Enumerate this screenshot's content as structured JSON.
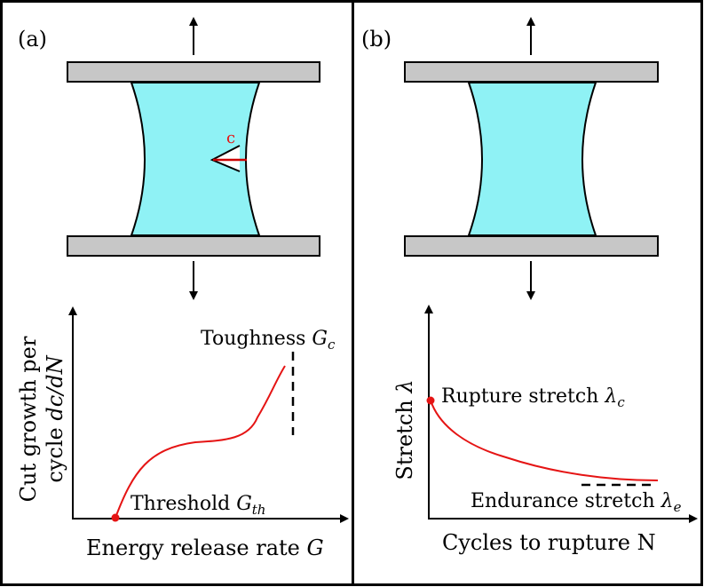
{
  "colors": {
    "gel": "#8ff2f5",
    "plate": "#c7c7c7",
    "curve": "#e51414",
    "crack": "#cc0000",
    "ink": "#000000"
  },
  "panel_a": {
    "label": "(a)",
    "crack_label": "c",
    "graph": {
      "ylabel_line1": "Cut growth per",
      "ylabel_line2_prefix": "cycle ",
      "ylabel_math": "dc/dN",
      "xlabel_prefix": "Energy release rate ",
      "xlabel_math": "G",
      "toughness_text": "Toughness ",
      "toughness_math": "G",
      "toughness_sub": "c",
      "threshold_text": "Threshold ",
      "threshold_math": "G",
      "threshold_sub": "th"
    }
  },
  "panel_b": {
    "label": "(b)",
    "graph": {
      "ylabel_prefix": "Stretch ",
      "ylabel_math": "λ",
      "xlabel": "Cycles to rupture N",
      "rupture_text": "Rupture stretch ",
      "rupture_math": "λ",
      "rupture_sub": "c",
      "endurance_text": "Endurance stretch ",
      "endurance_math": "λ",
      "endurance_sub": "e"
    }
  }
}
